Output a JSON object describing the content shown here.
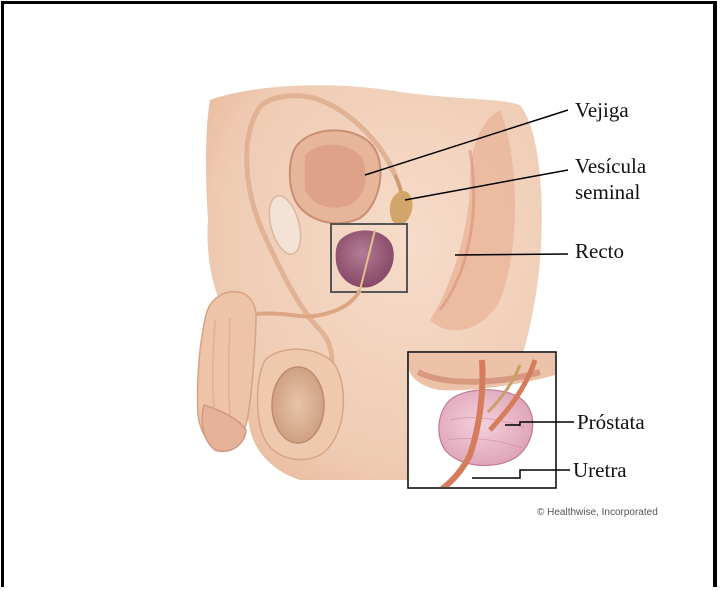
{
  "labels": {
    "bladder": "Vejiga",
    "seminal_line1": "Vesícula",
    "seminal_line2": "seminal",
    "rectum": "Recto",
    "prostate": "Próstata",
    "urethra": "Uretra"
  },
  "credit": "© Healthwise, Incorporated",
  "colors": {
    "skin": "#f2d2bf",
    "skin_dark": "#e3a98c",
    "organ_pink": "#d99a86",
    "prostate": "#e8b4c4",
    "prostate_dark": "#8a4a6a",
    "vessel": "#d88a6a",
    "frame": "#000000"
  }
}
